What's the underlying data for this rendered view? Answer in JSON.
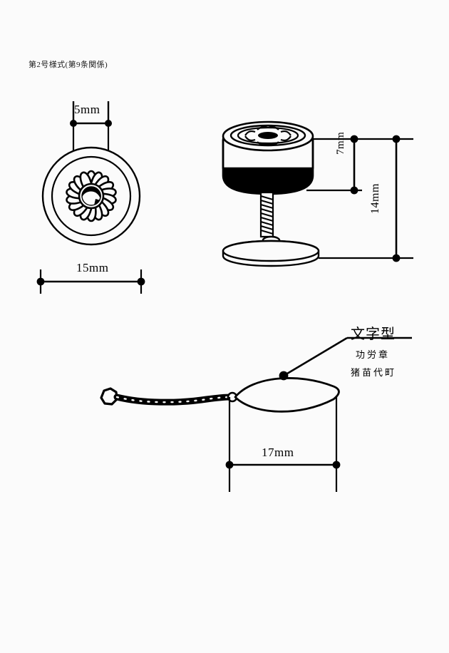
{
  "document": {
    "form_number": "第2号様式(第9条関係)"
  },
  "views": {
    "top_view": {
      "name": "chrysanthemum-badge-top-view",
      "dimensions": {
        "inner": "5mm",
        "outer": "15mm"
      }
    },
    "side_view": {
      "name": "badge-side-view-with-screw-post",
      "dimensions": {
        "body_height": "7mm",
        "total_height": "14mm"
      }
    },
    "nameplate_view": {
      "name": "lens-shaped-nameplate-with-chain",
      "dimensions": {
        "width": "17mm"
      }
    }
  },
  "annotation": {
    "title": "文字型",
    "line1": "功労章",
    "line2": "猪苗代町"
  },
  "colors": {
    "ink": "#000000",
    "paper": "#fbfbfb"
  }
}
